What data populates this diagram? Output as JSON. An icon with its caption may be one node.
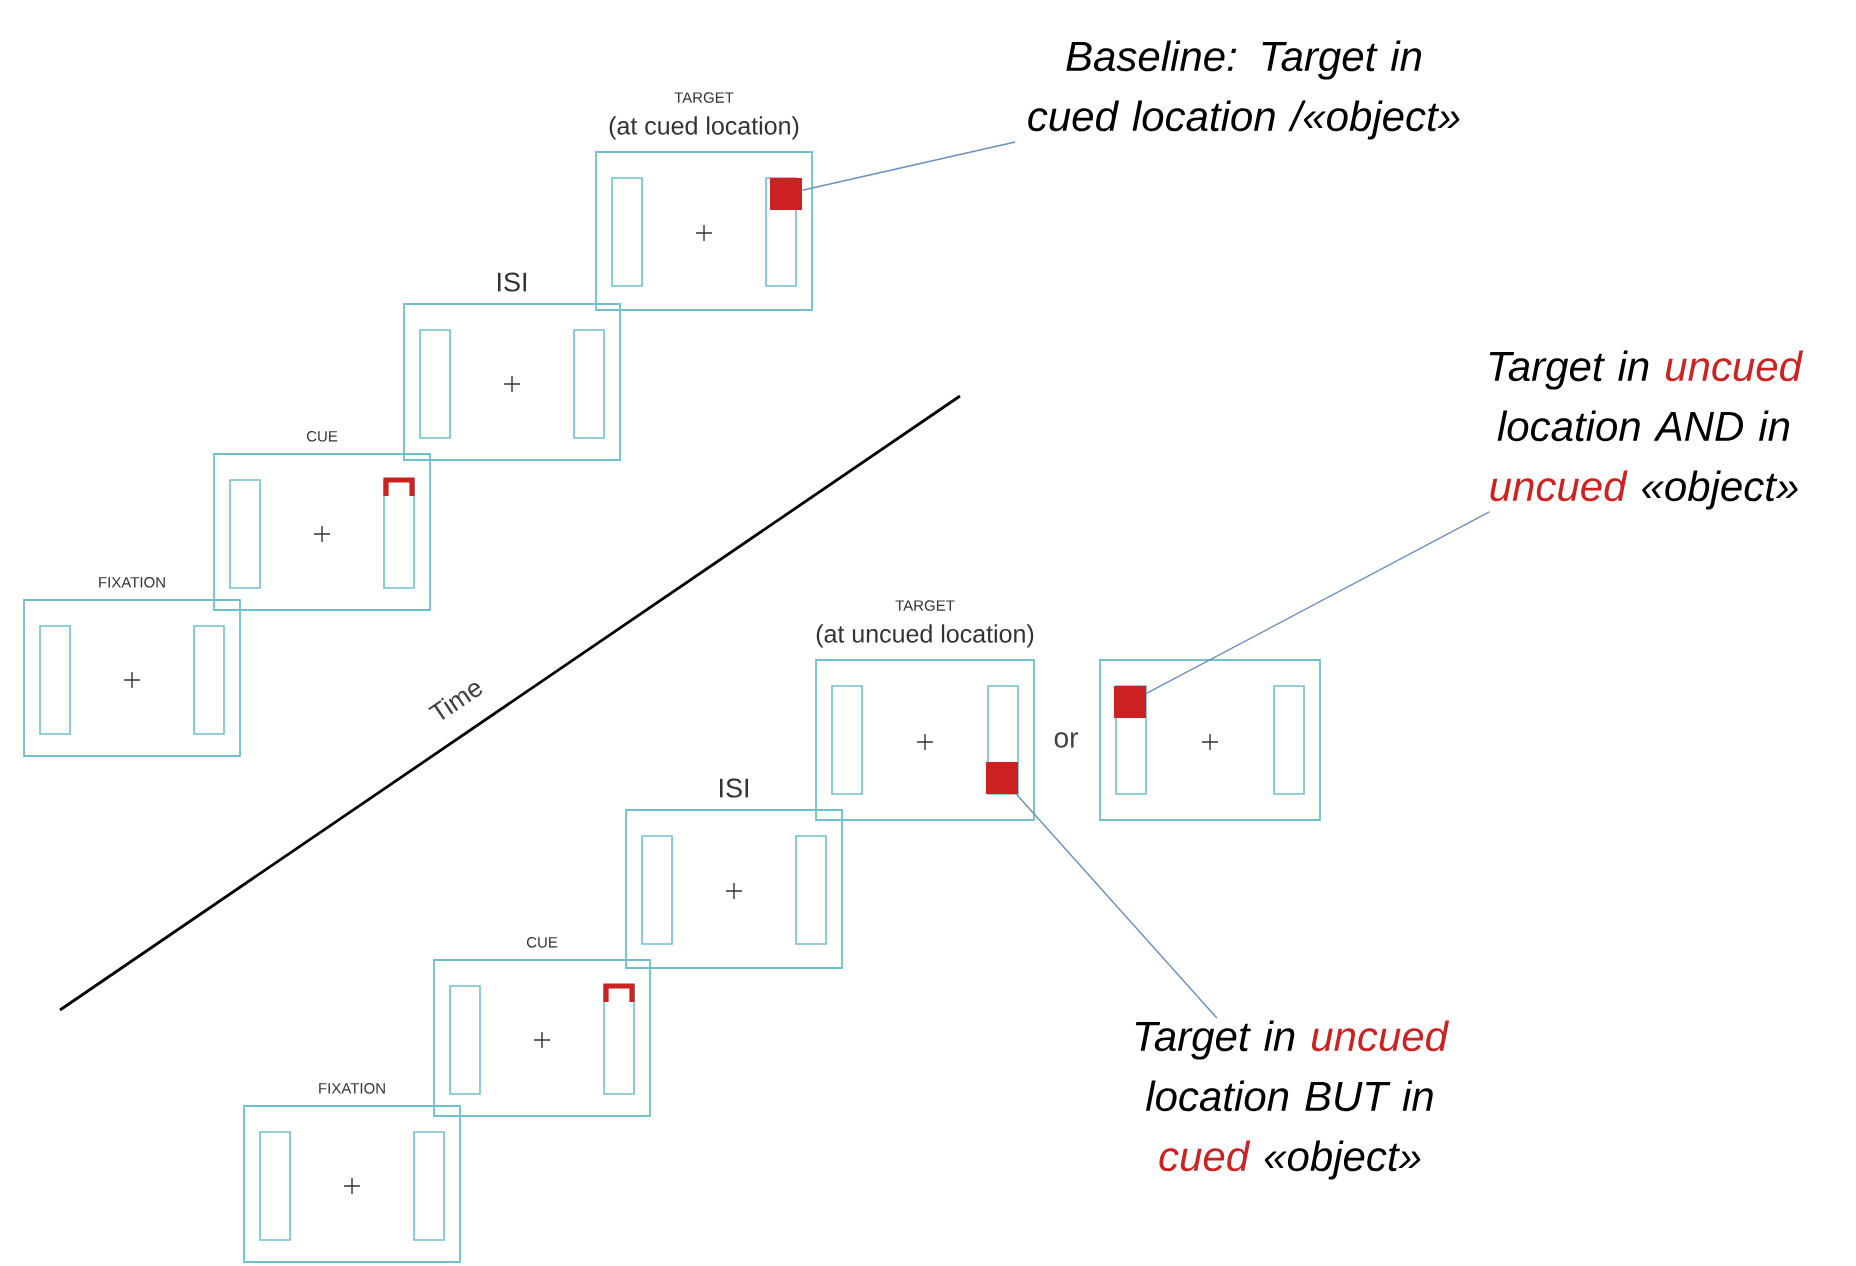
{
  "diagram": {
    "nodes": [
      {
        "text": [
          "FIXATION"
        ]
      },
      {
        "text": [
          "CUE"
        ]
      },
      {
        "text": [
          "ISI"
        ]
      },
      {
        "text": [
          "TARGET",
          "(at cued location)"
        ]
      },
      {
        "text": [],
        "shape": "box",
        "in": 3
      },
      {
        "text": [
          "Baseline: Target in cued location /«object»"
        ]
      },
      {
        "text": [
          "FIXATION"
        ]
      },
      {
        "text": [
          "CUE"
        ]
      },
      {
        "text": [
          "ISI"
        ]
      },
      {
        "text": [
          "TARGET",
          "(at uncued location)"
        ]
      },
      {
        "text": [],
        "shape": "box",
        "in": 9
      },
      {
        "text": [],
        "shape": "box"
      },
      {
        "text": [],
        "shape": "box",
        "in": 11
      },
      {
        "text": [
          "Target in **uncued** location AND in **uncued** «object»"
        ]
      },
      {
        "text": [
          "Target in **uncued** location BUT in **cued** «object»"
        ]
      }
    ],
    "edges": [
      {
        "from": 5,
        "to": 4,
        "arrow": "none"
      },
      {
        "from": 13,
        "to": 12,
        "arrow": "none"
      },
      {
        "from": 14,
        "to": 10,
        "arrow": "none"
      }
    ],
    "labels": [
      "Time",
      "or"
    ]
  }
}
